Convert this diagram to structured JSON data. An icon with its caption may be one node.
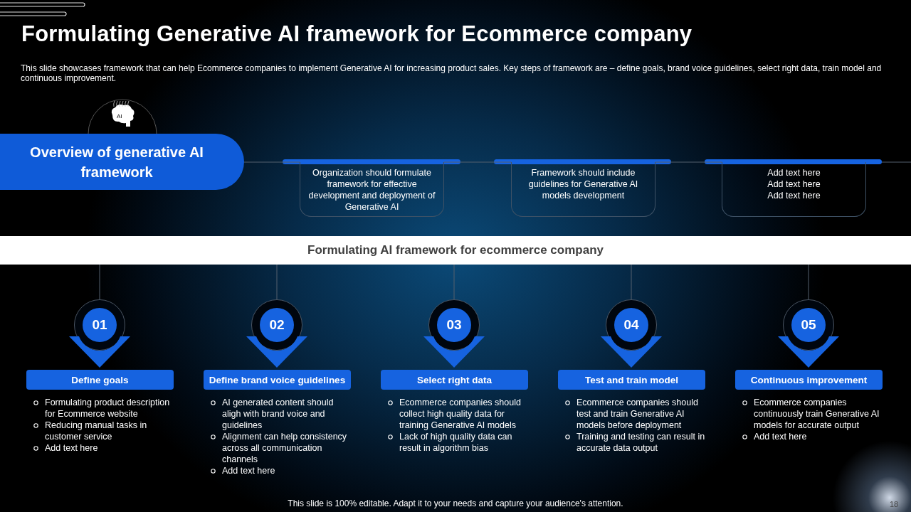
{
  "diagram": {
    "title": "Formulating Generative AI framework for Ecommerce company",
    "nodes": [
      {
        "text": [
          "Overview of generative AI framework"
        ]
      },
      {
        "text": [
          "Organization should formulate framework for effective development and deployment of Generative AI"
        ]
      },
      {
        "text": [
          "Framework should include guidelines for Generative AI models development"
        ]
      },
      {
        "text": [
          "Add text here",
          "Add text here",
          "Add text here"
        ]
      },
      {
        "text": [
          "Formulating AI framework for ecommerce company"
        ]
      },
      {
        "text": [
          "01"
        ]
      },
      {
        "text": [
          "02"
        ]
      },
      {
        "text": [
          "03"
        ]
      },
      {
        "text": [
          "04"
        ]
      },
      {
        "text": [
          "05"
        ]
      },
      {
        "text": [
          "Define goals"
        ],
        "beside": [
          "Formulating product description for Ecommerce website",
          "Reducing manual tasks in customer service",
          "Add text here"
        ]
      },
      {
        "text": [
          "Define brand voice guidelines"
        ],
        "beside": [
          "AI generated content should aligh with brand voice and guidelines",
          "Alignment can help consistency across all communication channels",
          "Add text here"
        ]
      },
      {
        "text": [
          "Select right data"
        ],
        "beside": [
          "Ecommerce companies should collect high quality data for training Generative AI models",
          "Lack of high quality data can result in algorithm bias"
        ]
      },
      {
        "text": [
          "Test and train model"
        ],
        "beside": [
          "Ecommerce companies should test and train Generative AI models before deployment",
          "Training and testing can result in accurate data output"
        ]
      },
      {
        "text": [
          "Continuous improvement"
        ],
        "beside": [
          "Ecommerce companies continuously train Generative AI models for accurate output",
          "Add text here"
        ]
      }
    ],
    "edges": [
      {
        "from": 0,
        "to": 1,
        "arrow": "none"
      },
      {
        "from": 1,
        "to": 2,
        "arrow": "none"
      },
      {
        "from": 2,
        "to": 3,
        "arrow": "none"
      },
      {
        "from": 4,
        "to": 5,
        "arrow": "none"
      },
      {
        "from": 4,
        "to": 6,
        "arrow": "none"
      },
      {
        "from": 4,
        "to": 7,
        "arrow": "none"
      },
      {
        "from": 4,
        "to": 8,
        "arrow": "none"
      },
      {
        "from": 4,
        "to": 9,
        "arrow": "none"
      }
    ],
    "labels": [
      "This slide showcases framework that can help Ecommerce companies to implement Generative AI for increasing product sales. Key steps of framework are – define goals, brand voice guidelines, select right data, train model and continuous improvement.",
      "AI",
      "This slide is 100% editable. Adapt it to your needs and capture your audience's attention.",
      "18"
    ]
  }
}
